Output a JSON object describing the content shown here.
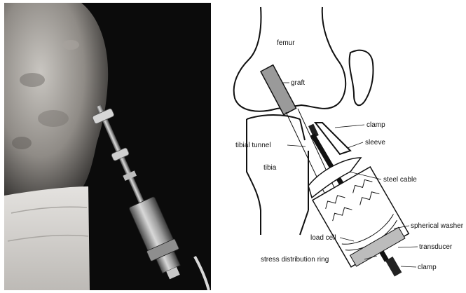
{
  "figure": {
    "labels": {
      "femur": "femur",
      "graft": "graft",
      "clamp_top": "clamp",
      "tibial_tunnel": "tibial tunnel",
      "sleeve": "sleeve",
      "tibia": "tibia",
      "steel_cable": "steel cable",
      "spherical_washer": "spherical washer",
      "load_cell": "load cell",
      "transducer": "transducer",
      "stress_distribution_ring": "stress distribution ring",
      "clamp_bottom": "clamp"
    }
  }
}
